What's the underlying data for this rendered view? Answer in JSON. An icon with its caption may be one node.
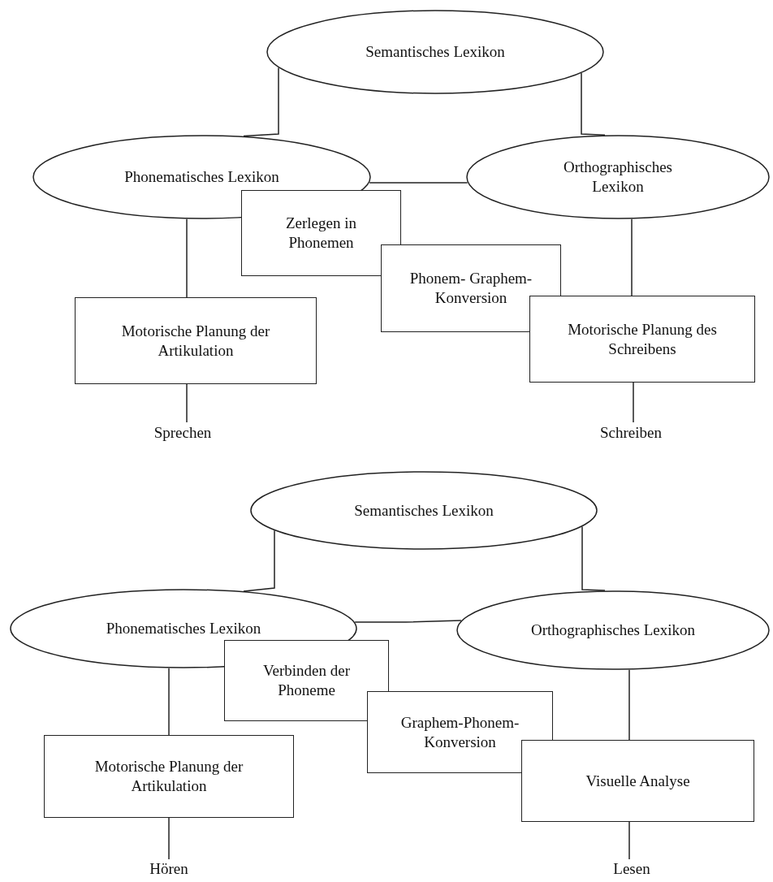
{
  "diagram": {
    "nodes": [
      {
        "text": [
          "Semantisches Lexikon"
        ]
      },
      {
        "text": [
          "Phonematisches Lexikon"
        ]
      },
      {
        "text": [
          "Orthographisches Lexikon"
        ]
      },
      {
        "text": [
          "Zerlegen in Phonemen"
        ]
      },
      {
        "text": [
          "Phonem- Graphem- Konversion"
        ]
      },
      {
        "text": [
          "Motorische Planung der Artikulation"
        ]
      },
      {
        "text": [
          "Motorische Planung des Schreibens"
        ]
      },
      {
        "text": [
          "Sprechen"
        ]
      },
      {
        "text": [
          "Schreiben"
        ]
      },
      {
        "text": [
          "Semantisches Lexikon"
        ]
      },
      {
        "text": [
          "Phonematisches Lexikon"
        ]
      },
      {
        "text": [
          "Orthographisches Lexikon"
        ]
      },
      {
        "text": [
          "Verbinden der Phoneme"
        ]
      },
      {
        "text": [
          "Graphem-Phonem- Konversion"
        ]
      },
      {
        "text": [
          "Motorische Planung der Artikulation"
        ]
      },
      {
        "text": [
          "Visuelle Analyse"
        ]
      },
      {
        "text": [
          "Hören"
        ]
      },
      {
        "text": [
          "Lesen"
        ]
      }
    ],
    "edges": [
      {
        "from": 0,
        "to": 1,
        "arrow": "none"
      },
      {
        "from": 0,
        "to": 2,
        "arrow": "none"
      },
      {
        "from": 1,
        "to": 2,
        "arrow": "none"
      },
      {
        "from": 1,
        "to": 5,
        "arrow": "none"
      },
      {
        "from": 2,
        "to": 6,
        "arrow": "none"
      },
      {
        "from": 5,
        "to": 7,
        "arrow": "none"
      },
      {
        "from": 6,
        "to": 8,
        "arrow": "none"
      },
      {
        "from": 9,
        "to": 10,
        "arrow": "none"
      },
      {
        "from": 9,
        "to": 11,
        "arrow": "none"
      },
      {
        "from": 10,
        "to": 11,
        "arrow": "none"
      },
      {
        "from": 10,
        "to": 14,
        "arrow": "none"
      },
      {
        "from": 11,
        "to": 15,
        "arrow": "none"
      },
      {
        "from": 14,
        "to": 16,
        "arrow": "none"
      },
      {
        "from": 15,
        "to": 17,
        "arrow": "none"
      }
    ]
  }
}
